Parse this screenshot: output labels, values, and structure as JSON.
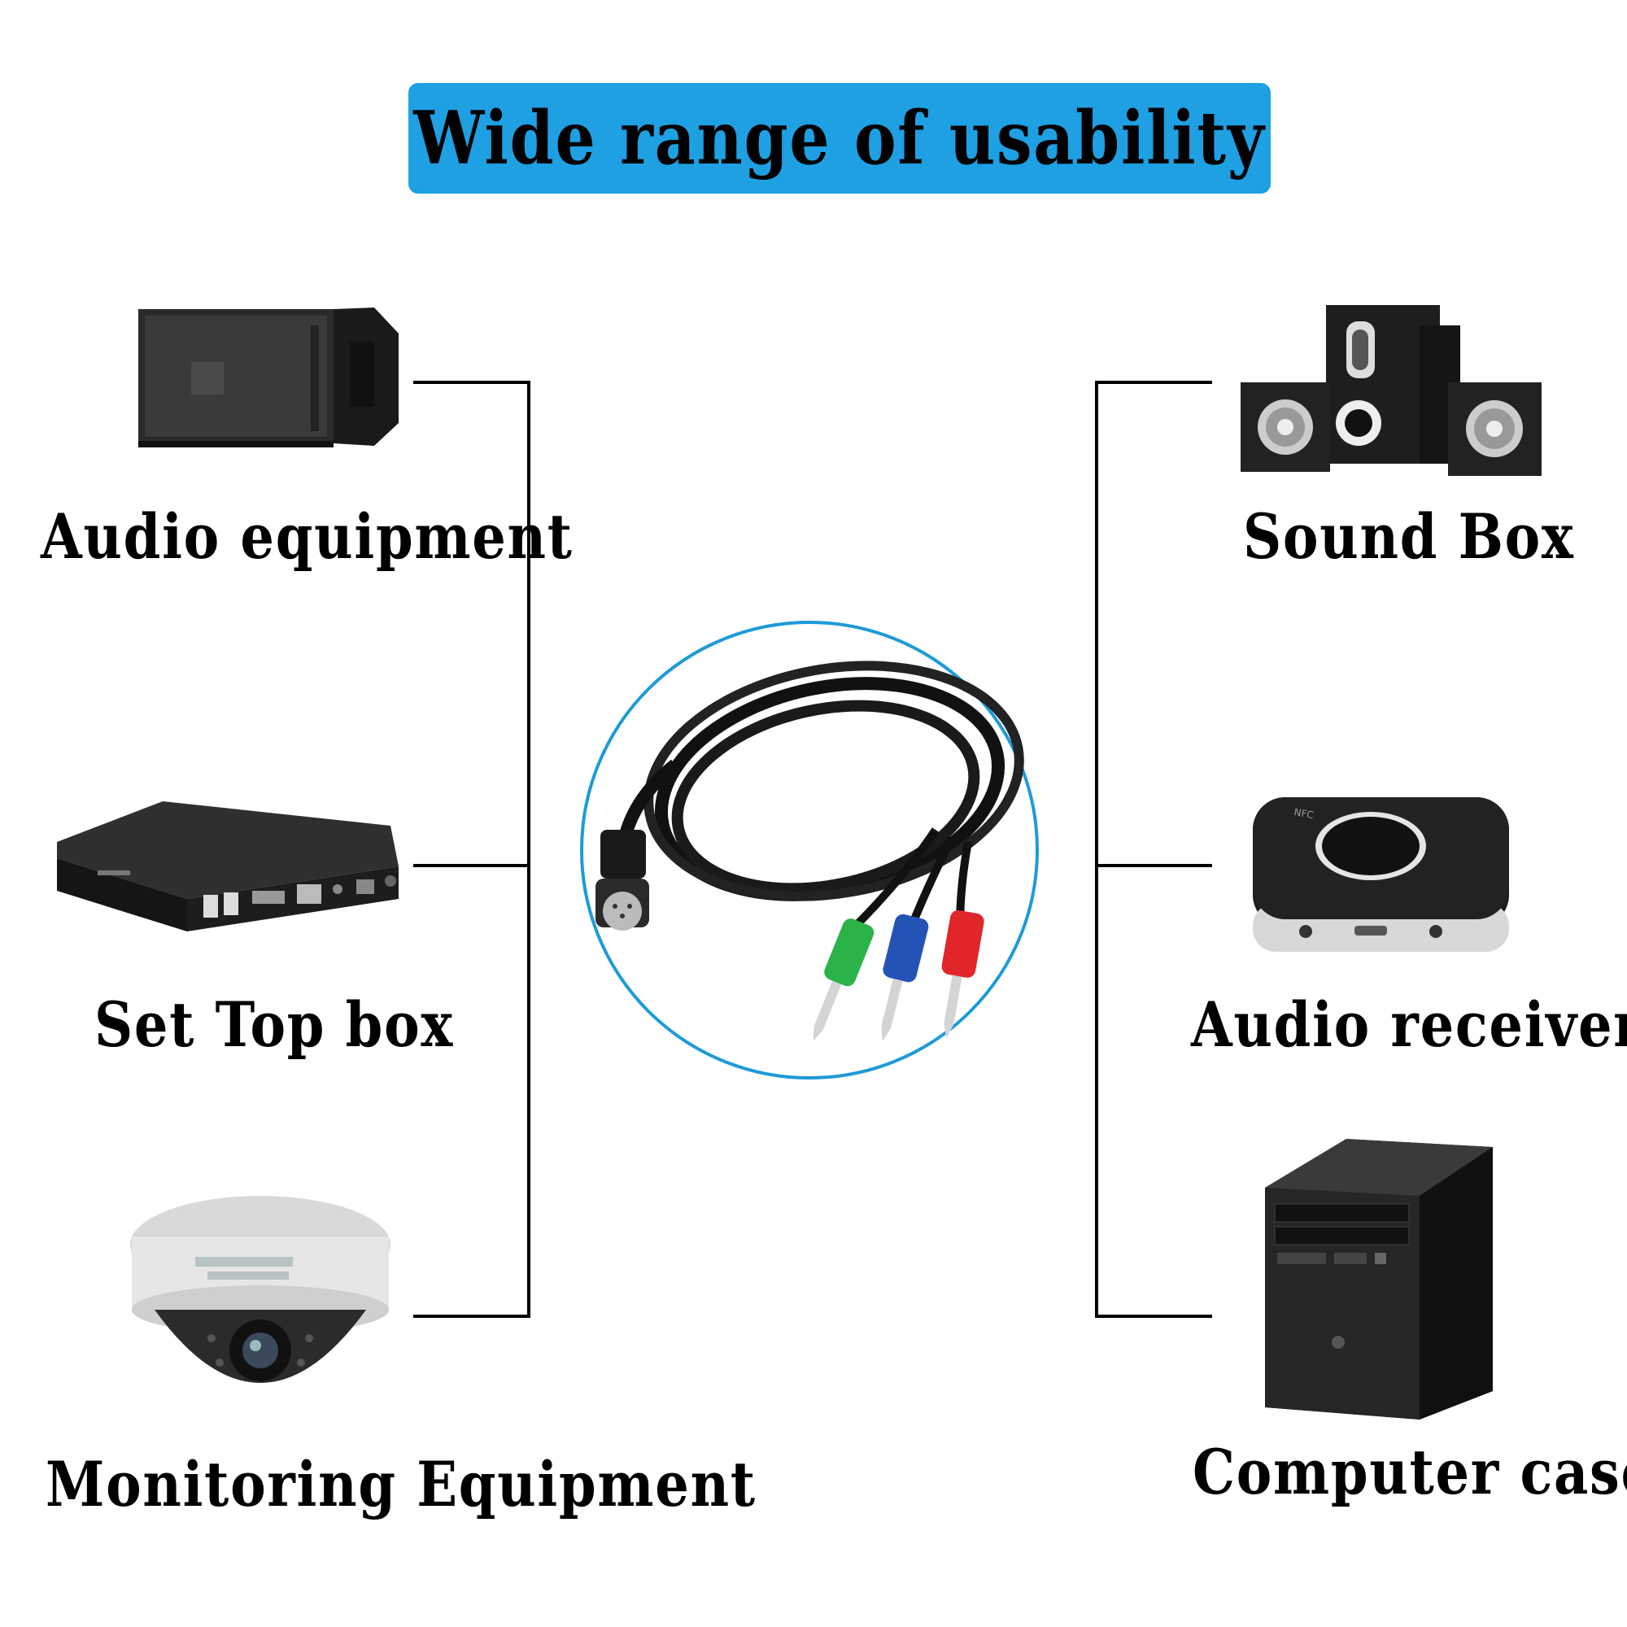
{
  "banner": {
    "title": "Wide range of usability",
    "color": "#1ea0e3"
  },
  "left_devices": [
    {
      "label": "Audio equipment",
      "icon": "line-array-speaker-icon"
    },
    {
      "label": "Set Top box",
      "icon": "set-top-box-icon"
    },
    {
      "label": "Monitoring Equipment",
      "icon": "dome-camera-icon"
    }
  ],
  "right_devices": [
    {
      "label": "Sound Box",
      "icon": "speaker-system-icon"
    },
    {
      "label": "Audio receiver",
      "icon": "audio-receiver-icon"
    },
    {
      "label": "Computer case",
      "icon": "computer-tower-icon"
    }
  ],
  "center": {
    "icon": "minidin-to-3-5mm-cable-icon",
    "plug_colors": [
      "#2bb34a",
      "#2453b8",
      "#e0262b"
    ],
    "ring_color": "#1e9ad8"
  }
}
